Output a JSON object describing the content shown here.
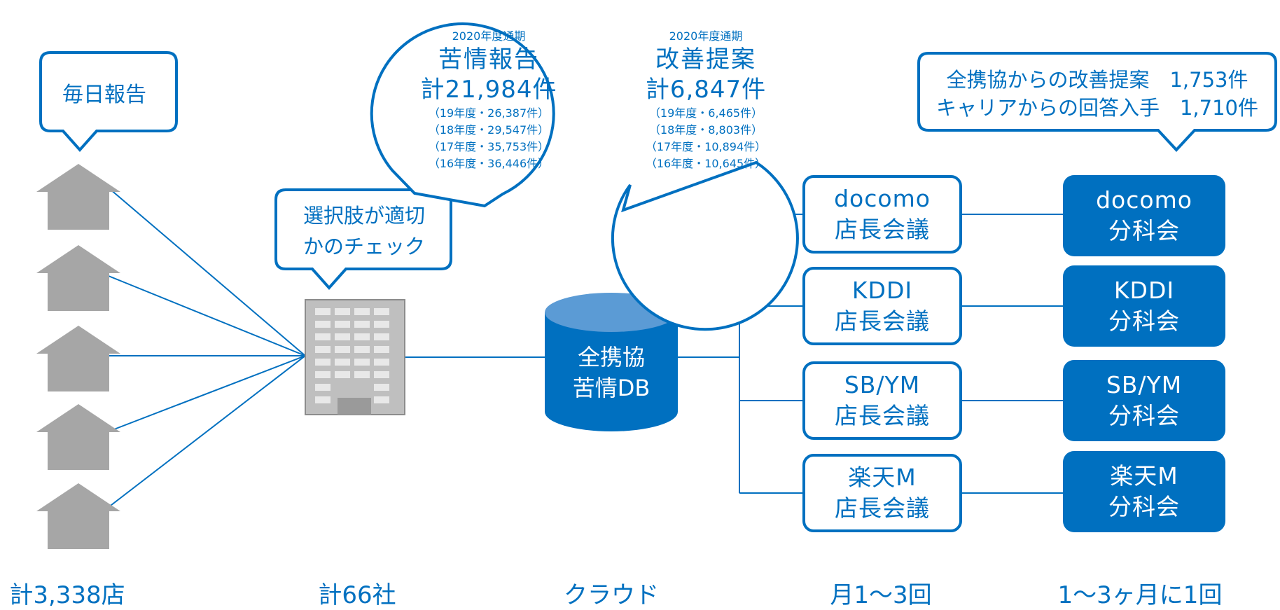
{
  "callouts": {
    "daily": "毎日報告",
    "check_line1": "選択肢が適切",
    "check_line2": "かのチェック",
    "proposals_line1": "全携協からの改善提案　1,753件",
    "proposals_line2": "キャリアからの回答入手　1,710件"
  },
  "complaints": {
    "period": "2020年度通期",
    "title": "苦情報告",
    "total": "計21,984件",
    "history": [
      "（19年度・26,387件）",
      "（18年度・29,547件）",
      "（17年度・35,753件）",
      "（16年度・36,446件）"
    ]
  },
  "improvements": {
    "period": "2020年度通期",
    "title": "改善提案",
    "total": "計6,847件",
    "history": [
      "（19年度・6,465件）",
      "（18年度・8,803件）",
      "（17年度・10,894件）",
      "（16年度・10,645件）"
    ]
  },
  "database": {
    "line1": "全携協",
    "line2": "苦情DB"
  },
  "carriers": [
    {
      "name": "docomo",
      "meeting": "店長会議",
      "subcommittee": "分科会"
    },
    {
      "name": "KDDI",
      "meeting": "店長会議",
      "subcommittee": "分科会"
    },
    {
      "name": "SB/YM",
      "meeting": "店長会議",
      "subcommittee": "分科会"
    },
    {
      "name": "楽天M",
      "meeting": "店長会議",
      "subcommittee": "分科会"
    }
  ],
  "bottom_labels": {
    "stores": "計3,338店",
    "companies": "計66社",
    "cloud": "クラウド",
    "meeting_freq": "月1～3回",
    "subcommittee_freq": "1～3ヶ月に1回"
  },
  "colors": {
    "accent": "#0070c0",
    "house_gray": "#a6a6a6",
    "cylinder_top": "#5b9bd5"
  }
}
